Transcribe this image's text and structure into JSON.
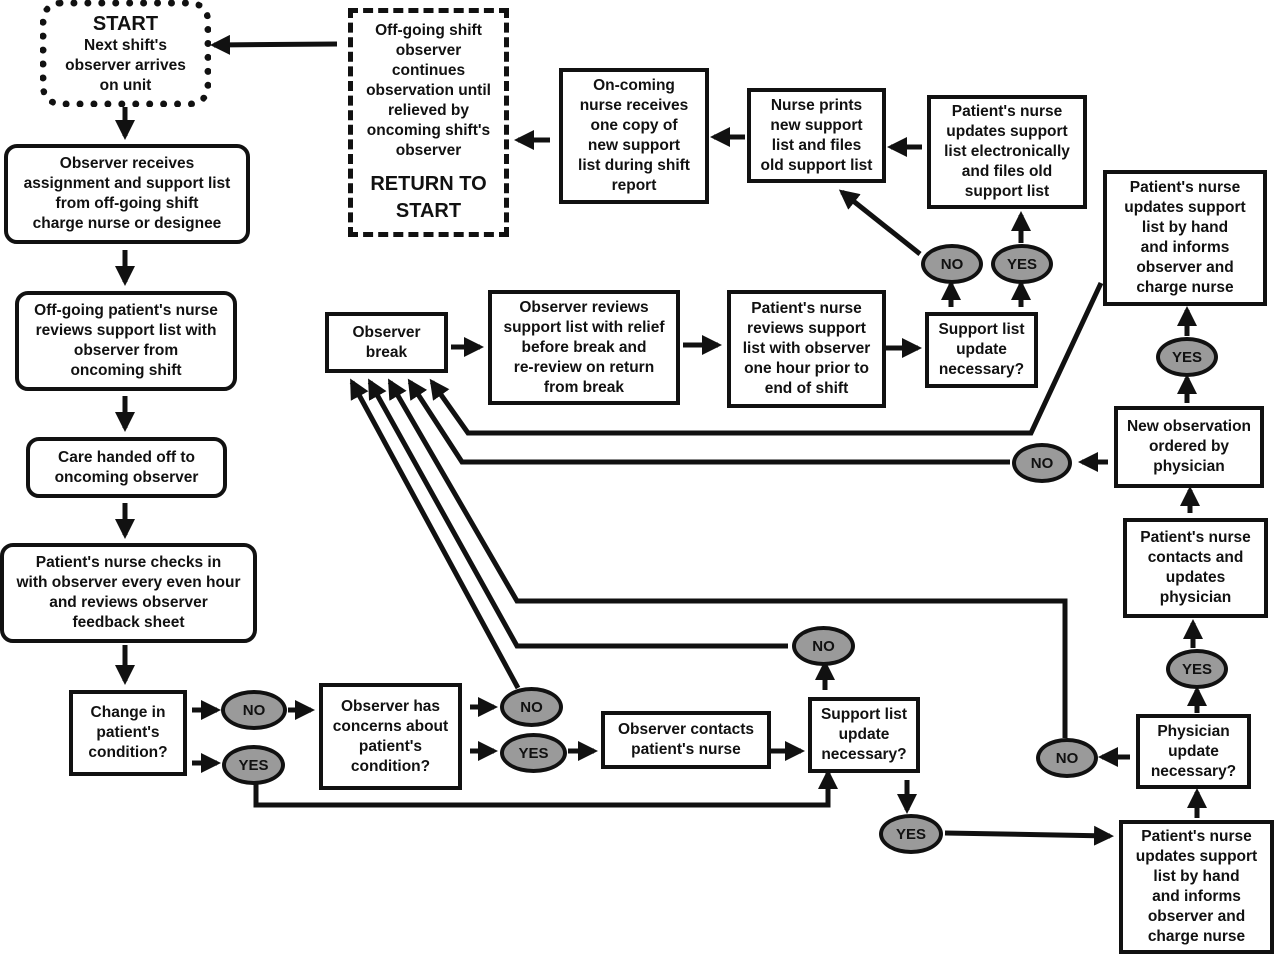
{
  "nodes": {
    "start": {
      "title": "START",
      "text": "Next shift's\nobserver arrives\non unit"
    },
    "observer_receives": {
      "text": "Observer receives\nassignment and support list\nfrom off-going shift\ncharge nurse or designee"
    },
    "offgoing_reviews": {
      "text": "Off-going patient's  nurse\nreviews support list with\nobserver from\noncoming shift"
    },
    "care_handed": {
      "text": "Care handed off to\noncoming observer"
    },
    "nurse_checks": {
      "text": "Patient's nurse checks in\nwith observer every even hour\nand reviews observer\nfeedback sheet"
    },
    "change_condition": {
      "text": "Change in\npatient's\ncondition?"
    },
    "observer_concerns": {
      "text": "Observer has\nconcerns about\npatient's\ncondition?"
    },
    "observer_contacts": {
      "text": "Observer contacts\npatient's nurse"
    },
    "support_update_bottom": {
      "text": "Support list\nupdate\nnecessary?"
    },
    "observer_break": {
      "text": "Observer\nbreak"
    },
    "observer_reviews_relief": {
      "text": "Observer reviews\nsupport list with relief\nbefore break and\nre-review on return\nfrom break"
    },
    "nurse_reviews_hour": {
      "text": "Patient's nurse\nreviews support\nlist with observer\none hour prior to\nend of shift"
    },
    "support_update_mid": {
      "text": "Support list\nupdate\nnecessary?"
    },
    "nurse_updates_electronic": {
      "text": "Patient's nurse\nupdates support\nlist electronically\nand files old\nsupport list"
    },
    "nurse_prints": {
      "text": "Nurse prints\nnew support\nlist and files\nold support list"
    },
    "oncoming_receives": {
      "text": "On-coming\nnurse receives\none copy of\nnew support\nlist during shift\nreport"
    },
    "offgoing_continues": {
      "text": "Off-going shift\nobserver\ncontinues\nobservation until\nrelieved by\noncoming shift's\nobserver",
      "title": "RETURN TO\nSTART"
    },
    "nurse_updates_hand_top": {
      "text": "Patient's nurse\nupdates support\nlist by hand\nand informs\nobserver and\ncharge nurse"
    },
    "new_observation": {
      "text": "New observation\nordered by\nphysician"
    },
    "nurse_contacts_physician": {
      "text": "Patient's nurse\ncontacts and\nupdates\nphysician"
    },
    "physician_update": {
      "text": "Physician\nupdate\nnecessary?"
    },
    "nurse_updates_hand_bottom": {
      "text": "Patient's nurse\nupdates support\nlist by hand\nand informs\nobserver and\ncharge nurse"
    }
  },
  "decisions": {
    "change_no": "NO",
    "change_yes": "YES",
    "concerns_no": "NO",
    "concerns_yes": "YES",
    "support_bottom_no": "NO",
    "support_bottom_yes": "YES",
    "support_mid_no": "NO",
    "support_mid_yes": "YES",
    "new_obs_yes": "YES",
    "new_obs_no": "NO",
    "physician_yes": "YES",
    "physician_no": "NO"
  },
  "colors": {
    "line": "#111111",
    "oval_fill": "#9a9a9a",
    "background": "#ffffff"
  }
}
